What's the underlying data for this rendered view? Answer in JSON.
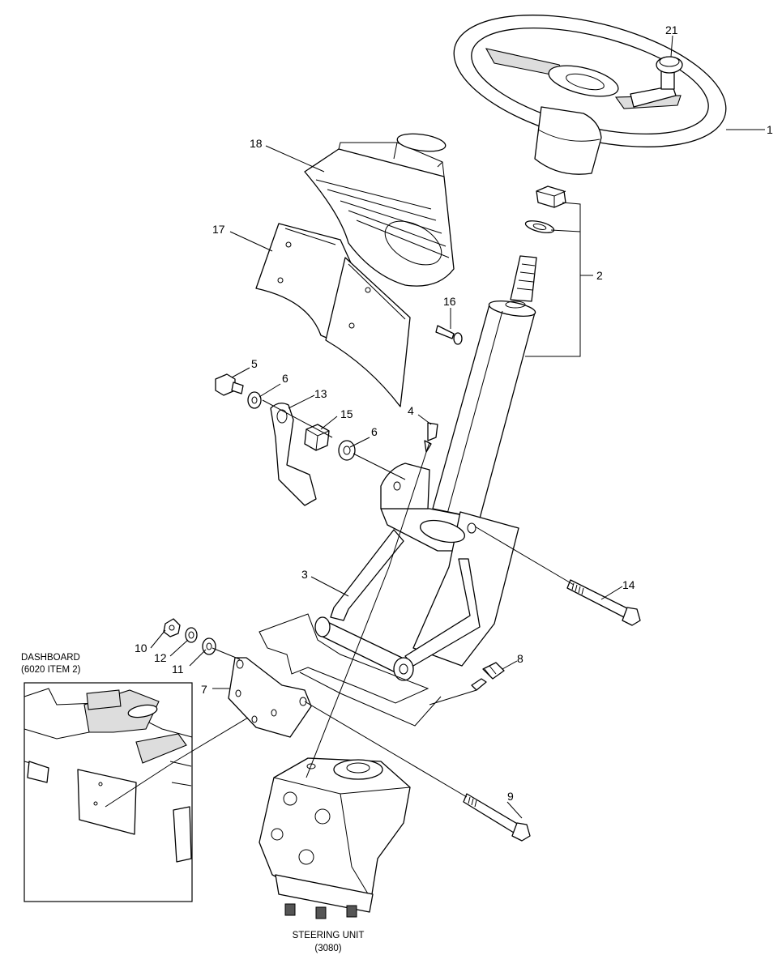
{
  "callouts": {
    "c1": "1",
    "c2": "2",
    "c3": "3",
    "c4": "4",
    "c5": "5",
    "c6a": "6",
    "c6b": "6",
    "c7": "7",
    "c8": "8",
    "c9": "9",
    "c10": "10",
    "c11": "11",
    "c12": "12",
    "c13": "13",
    "c14": "14",
    "c15": "15",
    "c16": "16",
    "c17": "17",
    "c18": "18",
    "c21": "21"
  },
  "captions": {
    "dashboard_line1": "DASHBOARD",
    "dashboard_line2": "(6020 ITEM 2)",
    "steering_line1": "STEERING UNIT",
    "steering_line2": "(3080)"
  }
}
